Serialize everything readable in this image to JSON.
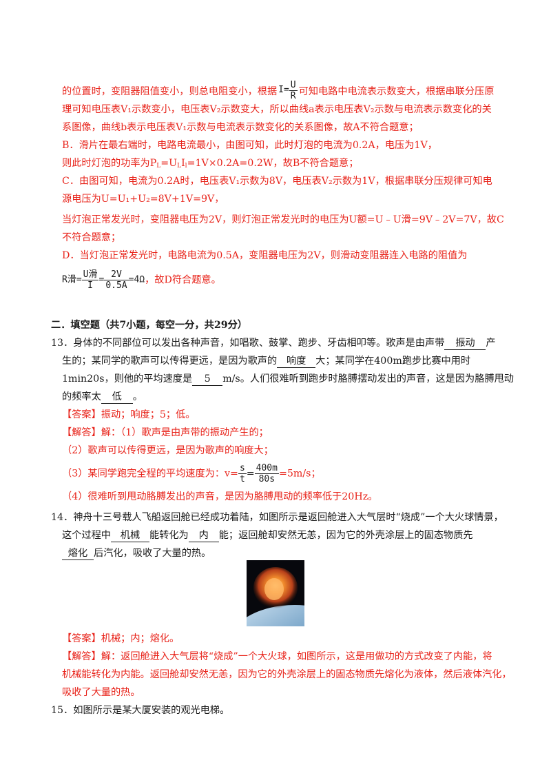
{
  "section_a": {
    "l1_a": "的位置时，变阻器阻值变小，则总电阻变小，根据",
    "formula_I": "I=",
    "formula_num": "U",
    "formula_den": "R",
    "l1_b": "可知电路中电流表示数变大，根据串联分压原",
    "l2": "理可知电压表V₁示数变小，电压表V₂示数变大，所以曲线a表示电压表V₂示数与电流表示数变化的关",
    "l3": "系图像，曲线b表示电压表V₁示数与电流表示数变化的关系图像，故A不符合题意；",
    "b1": "B．滑片在最右端时，电路电流最小，由图可知，此时灯泡的电流为0.2A，电压为1V，",
    "b2": "则此时灯泡的功率为P",
    "b2_sub1": "L",
    "b2_mid": "=U",
    "b2_sub2": "L",
    "b2_mid2": "I",
    "b2_sub3": "l",
    "b2_end": "=1V×0.2A=0.2W，故B不符合题意；",
    "c1": "C．由图可知，电流为0.2A时，电压表V₁示数为8V，电压表V₂示数为1V，根据串联分压规律可知电",
    "c2": "源电压为U=U₁+U₂=8V+1V=9V，",
    "c3": "当灯泡正常发光时，变阻器电压为2V，则灯泡正常发光时的电压为U额=U﹣U滑=9V﹣2V=7V，故C",
    "c4": "不符合题意；",
    "d1": "D．当灯泡正常发光时，电路电流为0.5A，变阻器电压为2V，则滑动变阻器连入电路的阻值为",
    "d_R": "R滑=",
    "d_f1_num": "U滑",
    "d_f1_den": "I",
    "d_eq": "=",
    "d_f2_num": "2V",
    "d_f2_den": "0.5A",
    "d_res": "=4Ω",
    "d_tail": "，故D符合题意。"
  },
  "section2_title": "二．填空题（共7小题，每空一分，共29分）",
  "q13": {
    "num": "13．",
    "l1_a": "身体的不同部位可以发出各种声音，如唱歌、鼓掌、跑步、牙齿相叩等。歌声是由声带",
    "blank1": "振动",
    "l1_b": "产",
    "l2_a": "生的；某同学的歌声可以传得更远，是因为歌声的",
    "blank2": "响度",
    "l2_b": "大；某同学在400m跑步比赛中用时",
    "l3_a": "1min20s，则他的平均速度是",
    "blank3": "5",
    "l3_b": "m/s。人们很难听到跑步时胳膊摆动发出的声音，这是因为胳膊甩动",
    "l4_a": "的频率太",
    "blank4": "低",
    "l4_b": "。",
    "answer": "【答案】振动；响度；5；低。",
    "jd": "【解答】解：（1）歌声是由声带的振动产生的；",
    "j2": "（2）歌声可以传得更远，是因为歌声的响度大；",
    "j3_a": "（3）某同学跑完全程的平均速度为：v=",
    "j3_fn": "s",
    "j3_fd": "t",
    "j3_eq": "=",
    "j3_gn": "400m",
    "j3_gd": "80s",
    "j3_b": "=5m/s；",
    "j4": "（4）很难听到甩动胳膊发出的声音，是因为胳膊甩动的频率低于20Hz。"
  },
  "q14": {
    "num": "14．",
    "l1": "神舟十三号载人飞船返回舱已经成功着陆，如图所示是返回舱进入大气层时“烧成”一个大火球情景，",
    "l2_a": "这个过程中",
    "blank1": "机械",
    "l2_b": "能转化为",
    "blank2": "内",
    "l2_c": "能；返回舱却安然无恙，因为它的外壳涂层上的固态物质先",
    "blank3": "熔化",
    "l3_b": "后汽化，吸收了大量的热。",
    "answer": "【答案】机械；内；熔化。",
    "j1": "【解答】解：返回舱进入大气层将“烧成”一个大火球，如图所示，这是用做功的方式改变了内能，将",
    "j2": "机械能转化为内能。返回舱却安然无恙，因为它的外壳涂层上的固态物质先熔化为液体，然后液体汽化，",
    "j3": "吸收了大量的热。"
  },
  "q15": {
    "num": "15．",
    "l1": "如图所示是某大厦安装的观光电梯。"
  },
  "colors": {
    "answer_red": "#e8231a",
    "text": "#1a1a1a"
  }
}
